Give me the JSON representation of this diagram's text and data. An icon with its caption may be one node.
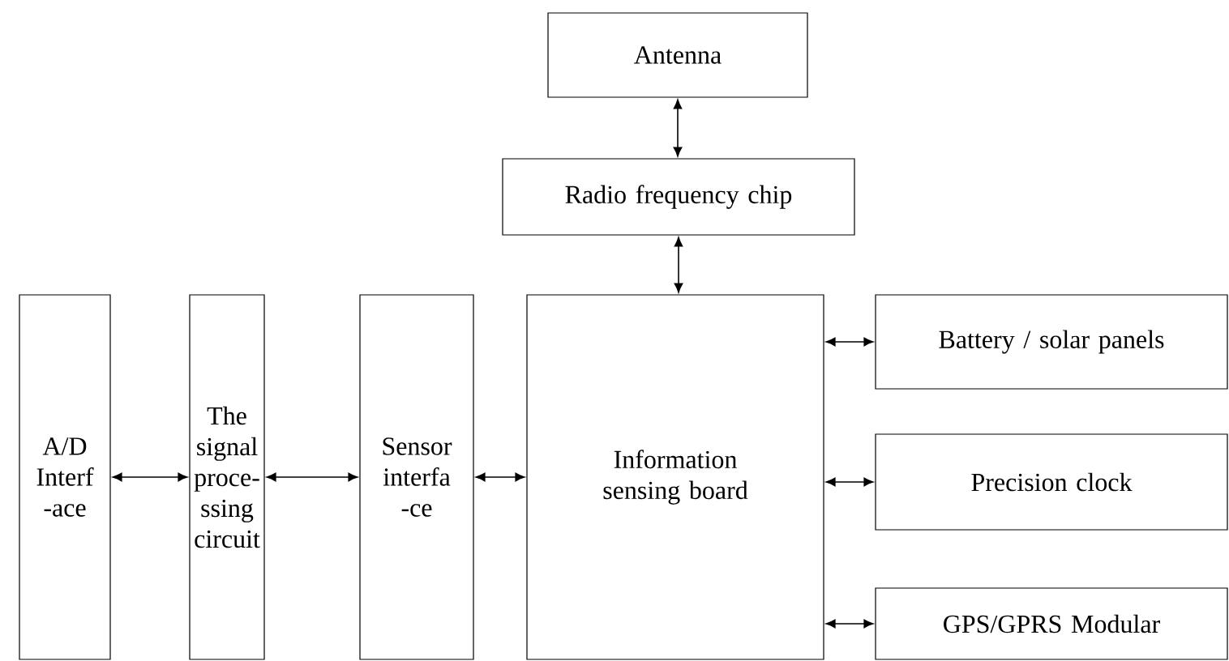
{
  "diagram": {
    "nodes": [
      {
        "text": [
          "Antenna"
        ]
      },
      {
        "text": [
          "Radio frequency chip"
        ]
      },
      {
        "text": [
          "A/D Interf -ace"
        ]
      },
      {
        "text": [
          "The signal proce- ssing circuit"
        ]
      },
      {
        "text": [
          "Sensor interfa -ce"
        ]
      },
      {
        "text": [
          "Information sensing board"
        ]
      },
      {
        "text": [
          "Battery / solar panels"
        ]
      },
      {
        "text": [
          "Precision clock"
        ]
      },
      {
        "text": [
          "GPS/GPRS Modular"
        ]
      }
    ],
    "edges": [
      {
        "from": 0,
        "to": 1,
        "arrow": "both"
      },
      {
        "from": 1,
        "to": 5,
        "arrow": "both"
      },
      {
        "from": 2,
        "to": 3,
        "arrow": "both"
      },
      {
        "from": 3,
        "to": 4,
        "arrow": "both"
      },
      {
        "from": 4,
        "to": 5,
        "arrow": "both"
      },
      {
        "from": 5,
        "to": 6,
        "arrow": "both"
      },
      {
        "from": 5,
        "to": 7,
        "arrow": "both"
      },
      {
        "from": 5,
        "to": 8,
        "arrow": "both"
      }
    ]
  }
}
